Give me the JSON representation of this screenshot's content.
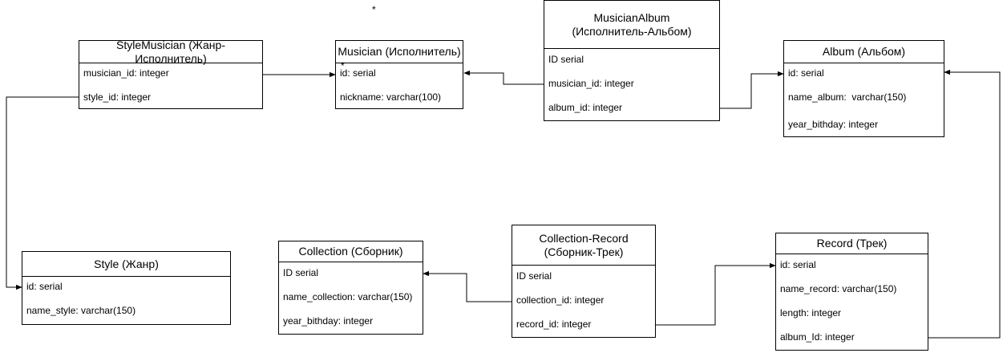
{
  "entities": {
    "style_musician": {
      "title": "StyleMusician (Жанр-Исполнитель)",
      "fields": [
        "musician_id: integer",
        "style_id: integer"
      ]
    },
    "musician": {
      "title": "Musician (Исполнитель)",
      "fields": [
        "id: serial",
        "nickname: varchar(100)"
      ]
    },
    "musician_album": {
      "title": "MusicianAlbum\n(Исполнитель-Альбом)",
      "fields": [
        "ID serial",
        "musician_id: integer",
        "album_id: integer"
      ]
    },
    "album": {
      "title": "Album (Альбом)",
      "fields": [
        "id: serial",
        "name_album:  varchar(150)",
        "year_bithday: integer"
      ]
    },
    "style": {
      "title": "Style (Жанр)",
      "fields": [
        "id: serial",
        "name_style: varchar(150)"
      ]
    },
    "collection": {
      "title": "Collection (Сборник)",
      "fields": [
        "ID serial",
        "name_collection: varchar(150)",
        "year_bithday: integer"
      ]
    },
    "collection_record": {
      "title": "Collection-Record\n(Сборник-Трек)",
      "fields": [
        "ID serial",
        "collection_id: integer",
        "record_id: integer"
      ]
    },
    "record": {
      "title": "Record (Трек)",
      "fields": [
        "id: serial",
        "name_record: varchar(150)",
        "length: integer",
        "album_Id: integer"
      ]
    }
  },
  "stray_marks": [
    "*",
    "*"
  ],
  "colors": {
    "line": "#000000",
    "background": "#ffffff",
    "border": "#000000"
  }
}
